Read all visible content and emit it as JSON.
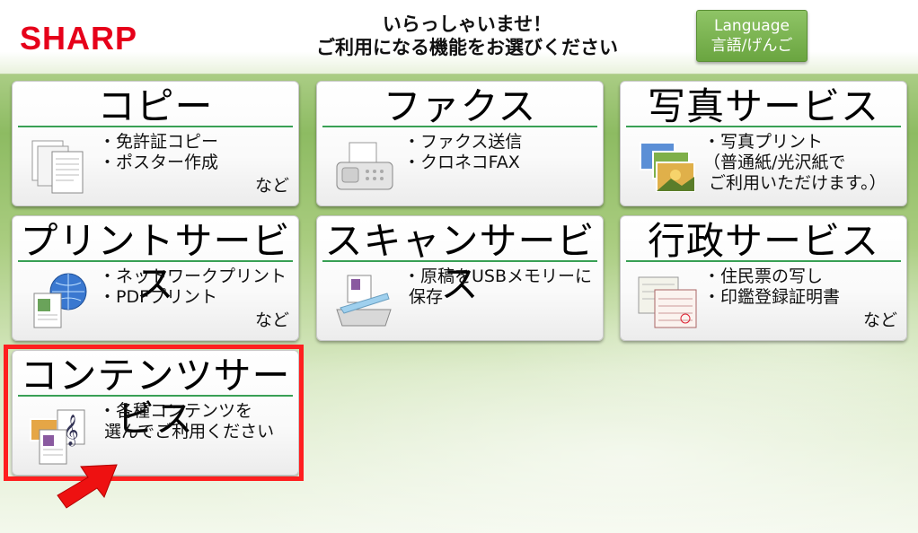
{
  "header": {
    "logo": "SHARP",
    "welcome_line1": "いらっしゃいませ！",
    "welcome_line2": "ご利用になる機能をお選びください",
    "language_line1": "Language",
    "language_line2": "言語/げんご"
  },
  "tiles": [
    {
      "title": "コピー",
      "desc": "・免許証コピー\n・ポスター作成",
      "etc": "など",
      "icon": "copy-document-icon"
    },
    {
      "title": "ファクス",
      "desc": "・ファクス送信\n・クロネコFAX",
      "etc": "",
      "icon": "fax-machine-icon"
    },
    {
      "title": "写真サービス",
      "desc": "・写真プリント\n（普通紙/光沢紙で\n ご利用いただけます。）",
      "etc": "",
      "icon": "photo-prints-icon"
    },
    {
      "title": "プリントサービス",
      "desc": "・ネットワークプリント\n・PDFプリント",
      "etc": "など",
      "icon": "network-print-icon"
    },
    {
      "title": "スキャンサービス",
      "desc": "・原稿をUSBメモリーに\n 保存",
      "etc": "",
      "icon": "scanner-icon"
    },
    {
      "title": "行政サービス",
      "desc": "・住民票の写し\n・印鑑登録証明書",
      "etc": "など",
      "icon": "certificate-documents-icon"
    },
    {
      "title": "コンテンツサービス",
      "desc": "・各種コンテンツを\n 選んでご利用ください",
      "etc": "",
      "icon": "contents-media-icon"
    }
  ],
  "colors": {
    "highlight": "#ff1f1f",
    "accent_green": "#39a055",
    "logo_red": "#e6001a"
  }
}
